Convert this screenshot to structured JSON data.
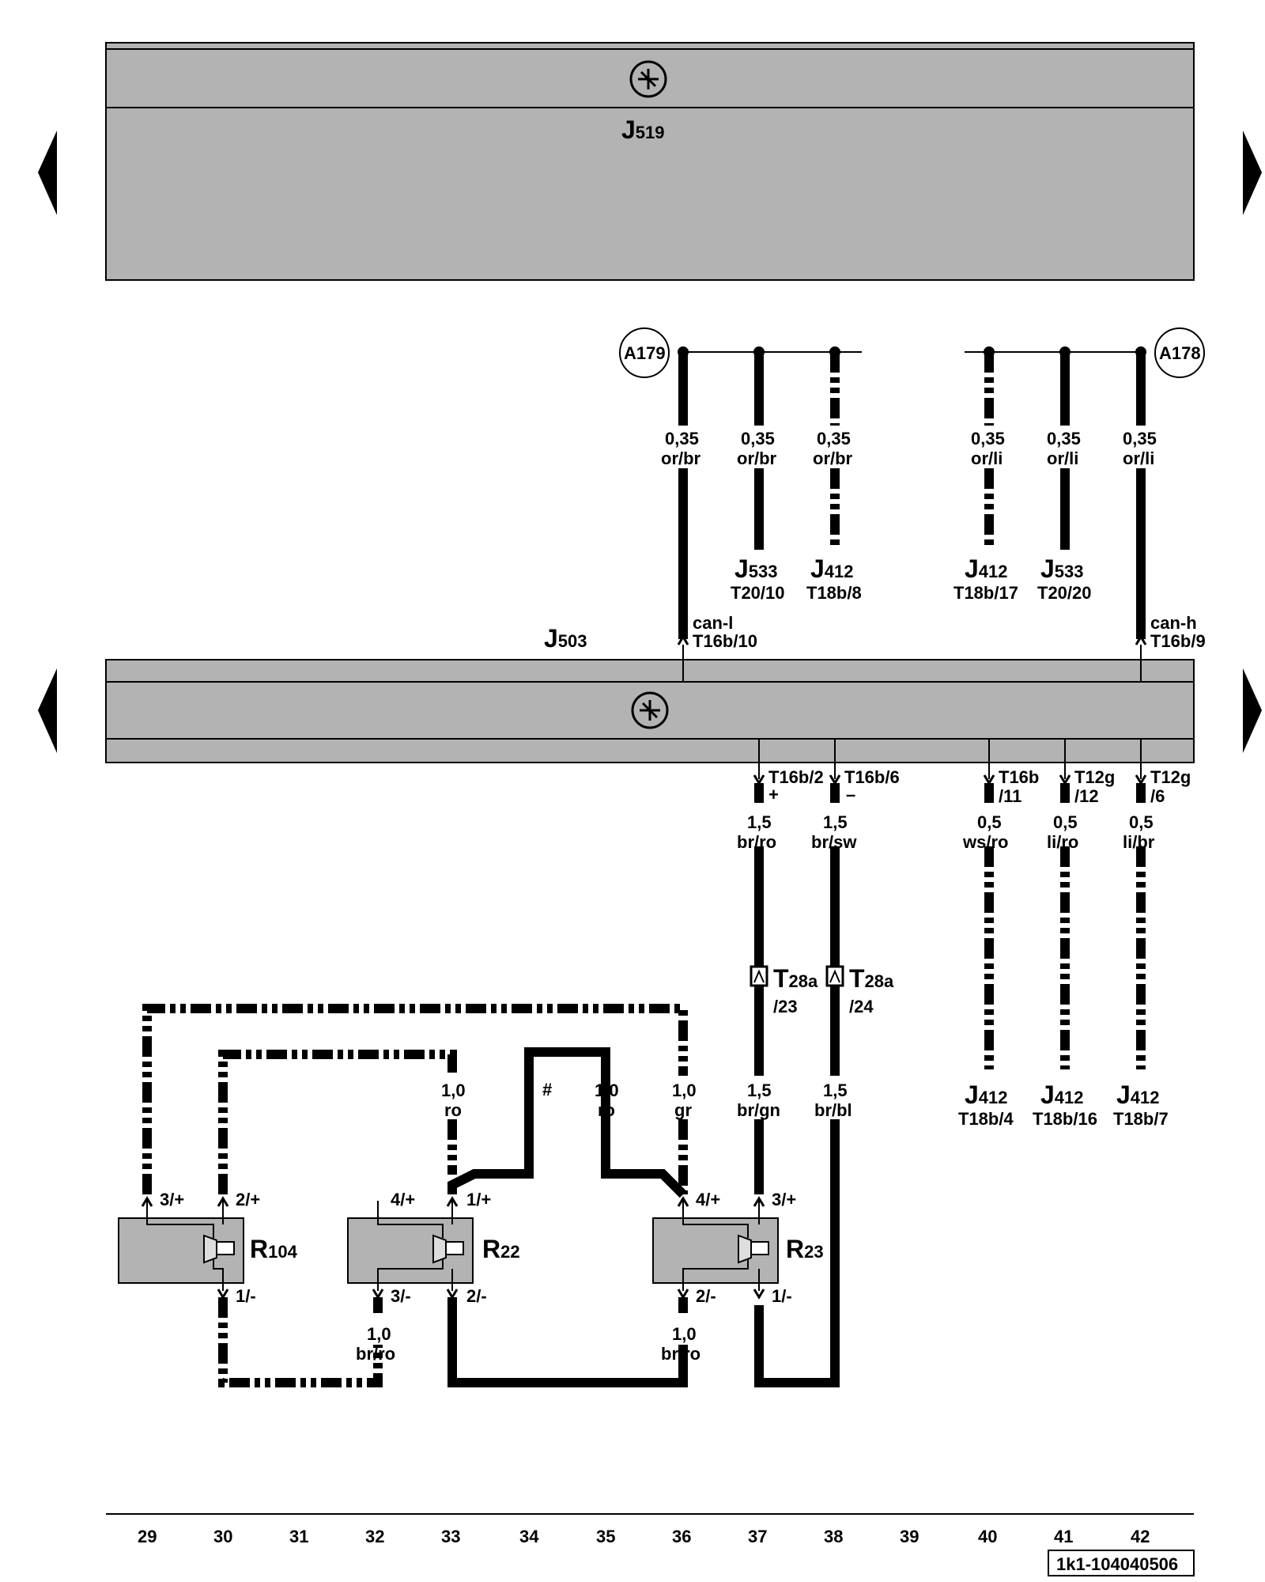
{
  "modules": {
    "top": {
      "name": "J",
      "sub": "519"
    },
    "middle": {
      "name": "J",
      "sub": "503"
    }
  },
  "connectors": {
    "a179": "A179",
    "a178": "A178",
    "pin_can_l_name": "can-l",
    "pin_can_l": "T16b/10",
    "pin_can_h_name": "can-h",
    "pin_can_h": "T16b/9"
  },
  "bus_wires": [
    {
      "size": "0,35",
      "color": "or/br"
    },
    {
      "size": "0,35",
      "color": "or/br"
    },
    {
      "size": "0,35",
      "color": "or/br"
    },
    {
      "size": "0,35",
      "color": "or/li"
    },
    {
      "size": "0,35",
      "color": "or/li"
    },
    {
      "size": "0,35",
      "color": "or/li"
    }
  ],
  "bus_targets": [
    {
      "name": "J",
      "sub": "533",
      "pin": "T20/10"
    },
    {
      "name": "J",
      "sub": "412",
      "pin": "T18b/8"
    },
    {
      "name": "J",
      "sub": "412",
      "pin": "T18b/17"
    },
    {
      "name": "J",
      "sub": "533",
      "pin": "T20/20"
    }
  ],
  "j503_pins": [
    {
      "pin": "T16b/2",
      "sign": "+",
      "size": "1,5",
      "color": "br/ro"
    },
    {
      "pin": "T16b/6",
      "sign": "–",
      "size": "1,5",
      "color": "br/sw"
    },
    {
      "pin": "T16b",
      "pin2": "/11",
      "size": "0,5",
      "color": "ws/ro"
    },
    {
      "pin": "T12g",
      "pin2": "/12",
      "size": "0,5",
      "color": "li/ro"
    },
    {
      "pin": "T12g",
      "pin2": "/6",
      "size": "0,5",
      "color": "li/br"
    }
  ],
  "t28a": [
    {
      "name": "T",
      "sub": "28a",
      "pin": "/23"
    },
    {
      "name": "T",
      "sub": "28a",
      "pin": "/24"
    }
  ],
  "lower_wires": [
    {
      "size": "1,0",
      "color": "ro"
    },
    {
      "size": "1,0",
      "color": "ro"
    },
    {
      "size": "1,0",
      "color": "gr"
    },
    {
      "size": "1,5",
      "color": "br/gn"
    },
    {
      "size": "1,5",
      "color": "br/bl"
    },
    {
      "size": "1,0",
      "color": "br/ro"
    },
    {
      "size": "1,0",
      "color": "br/ro"
    }
  ],
  "hash_mark": "#",
  "j412_targets": [
    {
      "name": "J",
      "sub": "412",
      "pin": "T18b/4"
    },
    {
      "name": "J",
      "sub": "412",
      "pin": "T18b/16"
    },
    {
      "name": "J",
      "sub": "412",
      "pin": "T18b/7"
    }
  ],
  "speakers": [
    {
      "name": "R",
      "sub": "104",
      "pins": [
        "3/+",
        "2/+",
        "1/-"
      ]
    },
    {
      "name": "R",
      "sub": "22",
      "pins": [
        "4/+",
        "1/+",
        "3/-",
        "2/-"
      ]
    },
    {
      "name": "R",
      "sub": "23",
      "pins": [
        "4/+",
        "3/+",
        "2/-",
        "1/-"
      ]
    }
  ],
  "ruler": [
    "29",
    "30",
    "31",
    "32",
    "33",
    "34",
    "35",
    "36",
    "37",
    "38",
    "39",
    "40",
    "41",
    "42"
  ],
  "doc_id": "1k1-104040506",
  "icons": [
    "can-bus-symbol-icon",
    "page-prev-icon",
    "page-next-icon",
    "speaker-icon"
  ]
}
